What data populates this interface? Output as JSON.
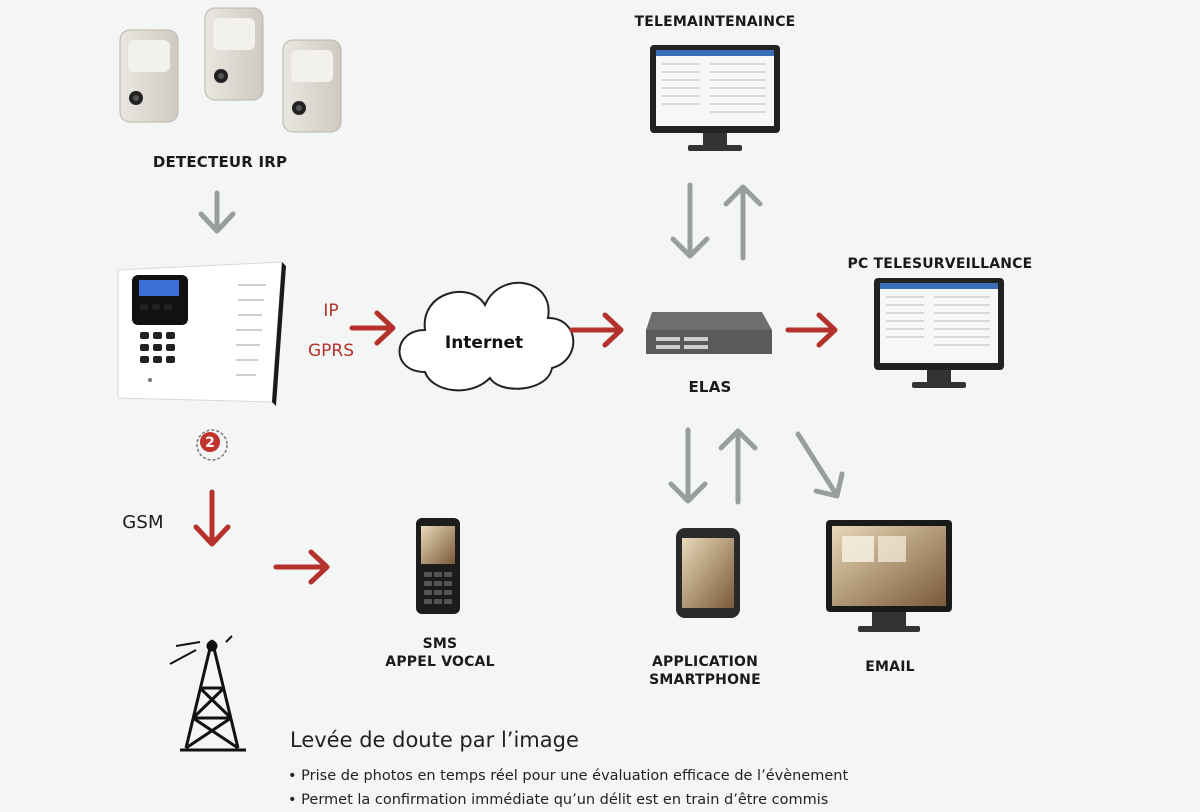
{
  "nodes": {
    "detector": "DETECTEUR IRP",
    "telemaintenance": "TELEMAINTENAINCE",
    "pc_telesurveillance": "PC TELESURVEILLANCE",
    "elas": "ELAS",
    "internet": "Internet",
    "sms_line1": "SMS",
    "sms_line2": "APPEL VOCAL",
    "app_line1": "APPLICATION",
    "app_line2": "SMARTPHONE",
    "email": "EMAIL"
  },
  "links": {
    "ip": "IP",
    "gprs": "GPRS",
    "gsm": "GSM",
    "badge_number": "2"
  },
  "caption": {
    "title": "Levée de doute par l’image",
    "bullets": [
      "Prise de photos en temps réel pour une évaluation efficace de l’évènement",
      "Permet la confirmation immédiate qu’un délit est en train d’être commis"
    ]
  },
  "colors": {
    "red_arrow": "#b5312c",
    "grey_arrow": "#9a9e9b",
    "background": "#f3f6f4"
  }
}
